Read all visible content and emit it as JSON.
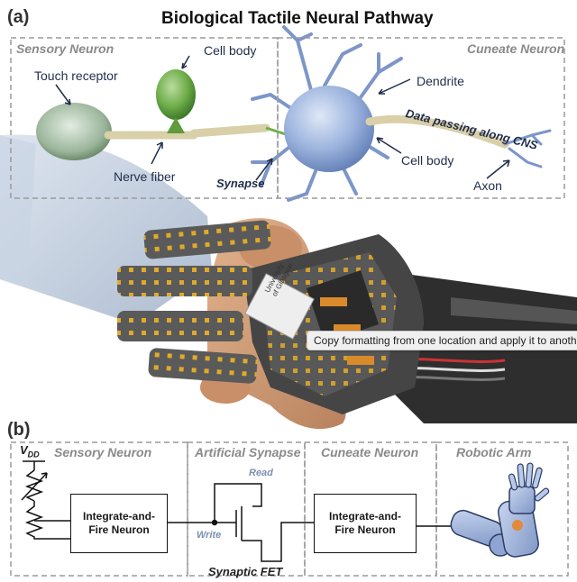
{
  "figure": {
    "panel_a": {
      "tag": "(a)",
      "title": "Biological Tactile Neural Pathway",
      "sensory_box_title": "Sensory Neuron",
      "cuneate_box_title": "Cuneate Neuron",
      "labels": {
        "touch_receptor": "Touch receptor",
        "cell_body_sensory": "Cell body",
        "nerve_fiber": "Nerve fiber",
        "synapse": "Synapse",
        "dendrite": "Dendrite",
        "data_passing": "Data passing along CNS",
        "cell_body_cuneate": "Cell body",
        "axon": "Axon"
      },
      "glove_badge_line1": "University",
      "glove_badge_line2": "of Glasgow"
    },
    "tooltip": "Copy formatting from one location and apply it to another",
    "panel_b": {
      "tag": "(b)",
      "sensory_title": "Sensory Neuron",
      "synapse_title": "Artificial Synapse",
      "cuneate_title": "Cuneate Neuron",
      "robotic_title": "Robotic Arm",
      "vdd_main": "V",
      "vdd_sub": "DD",
      "block1_line1": "Integrate-and-",
      "block1_line2": "Fire Neuron",
      "block2_line1": "Integrate-and-",
      "block2_line2": "Fire Neuron",
      "read_label": "Read",
      "write_label": "Write",
      "fet_label": "Synaptic FET"
    }
  },
  "colors": {
    "dash_border": "#9a9a9a",
    "receptor_green": "#7a9a7a",
    "cell_green": "#6fae4a",
    "cuneate_blue": "#8fa8d6",
    "fiber_tan": "#d9cfa8",
    "glove_grey": "#4a4a4a",
    "sensor_gold": "#d9a423",
    "robot_blue": "#a9bce0"
  }
}
